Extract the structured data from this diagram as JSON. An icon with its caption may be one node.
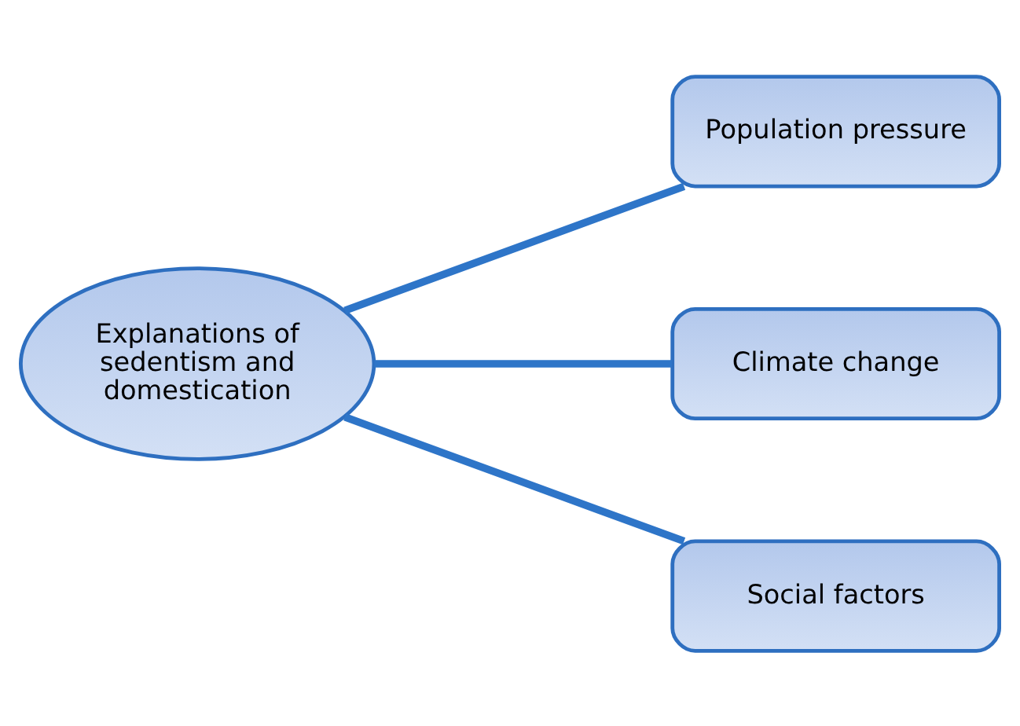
{
  "diagram": {
    "nodes": [
      {
        "text": [
          "Explanations of sedentism and domestication"
        ]
      },
      {
        "text": [
          "Population pressure"
        ]
      },
      {
        "text": [
          "Climate change"
        ]
      },
      {
        "text": [
          "Social factors"
        ]
      }
    ],
    "edges": [
      {
        "from": 0,
        "to": 1,
        "arrow": "none"
      },
      {
        "from": 0,
        "to": 2,
        "arrow": "none"
      },
      {
        "from": 0,
        "to": 3,
        "arrow": "none"
      }
    ]
  }
}
